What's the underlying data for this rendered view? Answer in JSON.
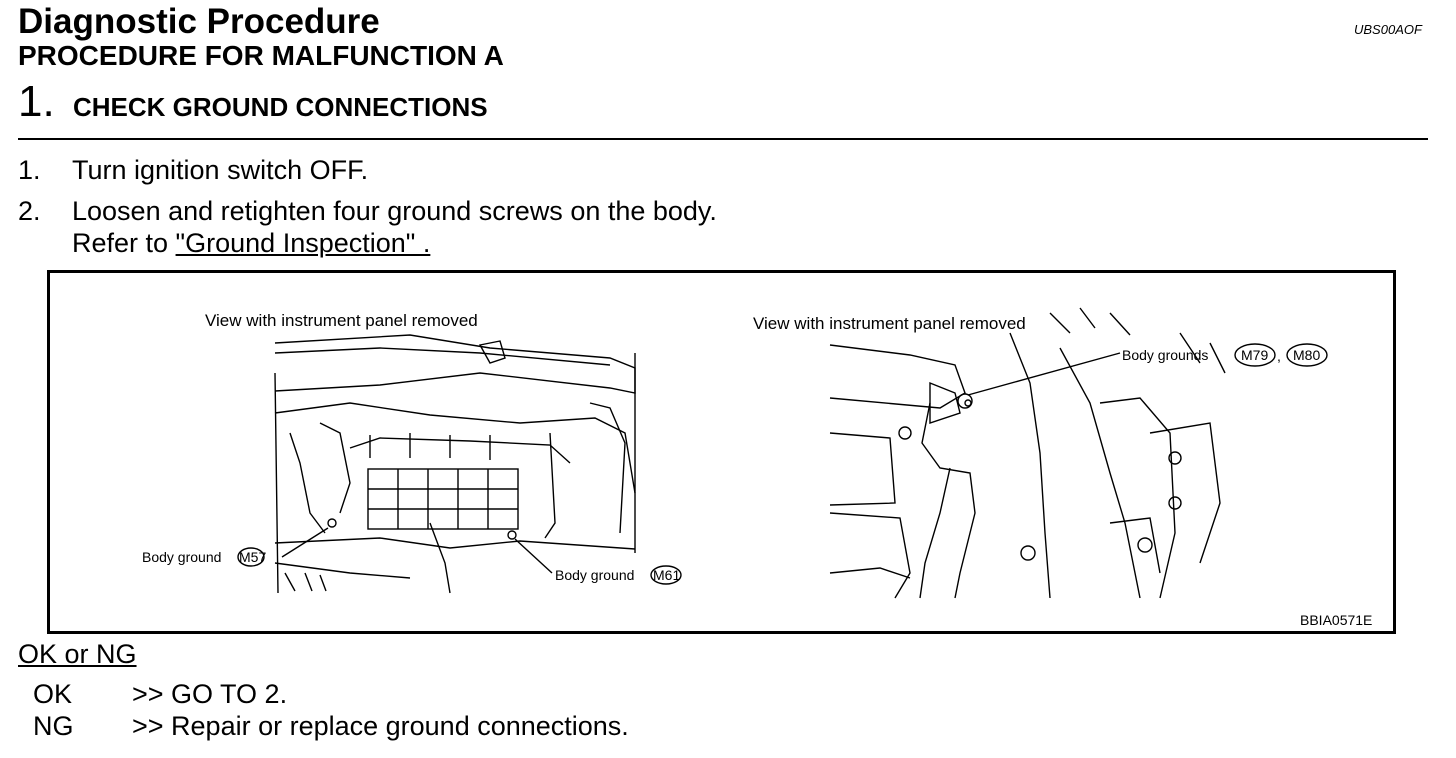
{
  "header": {
    "title": "Diagnostic Procedure",
    "subtitle": "PROCEDURE FOR MALFUNCTION A",
    "doc_code": "UBS00AOF"
  },
  "step": {
    "number": "1.",
    "title": "CHECK GROUND CONNECTIONS"
  },
  "instructions": [
    {
      "num": "1.",
      "text": "Turn ignition switch OFF."
    },
    {
      "num": "2.",
      "text": "Loosen and retighten four ground screws on the body.",
      "ref_prefix": "Refer to ",
      "ref_link": "\"Ground Inspection\" ."
    }
  ],
  "figure": {
    "left_caption": "View with instrument panel removed",
    "right_caption": "View with instrument panel removed",
    "label_body_ground_1": "Body ground",
    "connector_1": "M57",
    "label_body_ground_2": "Body ground",
    "connector_2": "M61",
    "label_body_grounds": "Body grounds",
    "connector_3": "M79",
    "connector_sep": ",",
    "connector_4": "M80",
    "figure_code": "BBIA0571E"
  },
  "result": {
    "heading": "OK or NG",
    "rows": [
      {
        "key": "OK",
        "value": ">> GO TO 2."
      },
      {
        "key": "NG",
        "value": ">> Repair or replace ground connections."
      }
    ]
  }
}
